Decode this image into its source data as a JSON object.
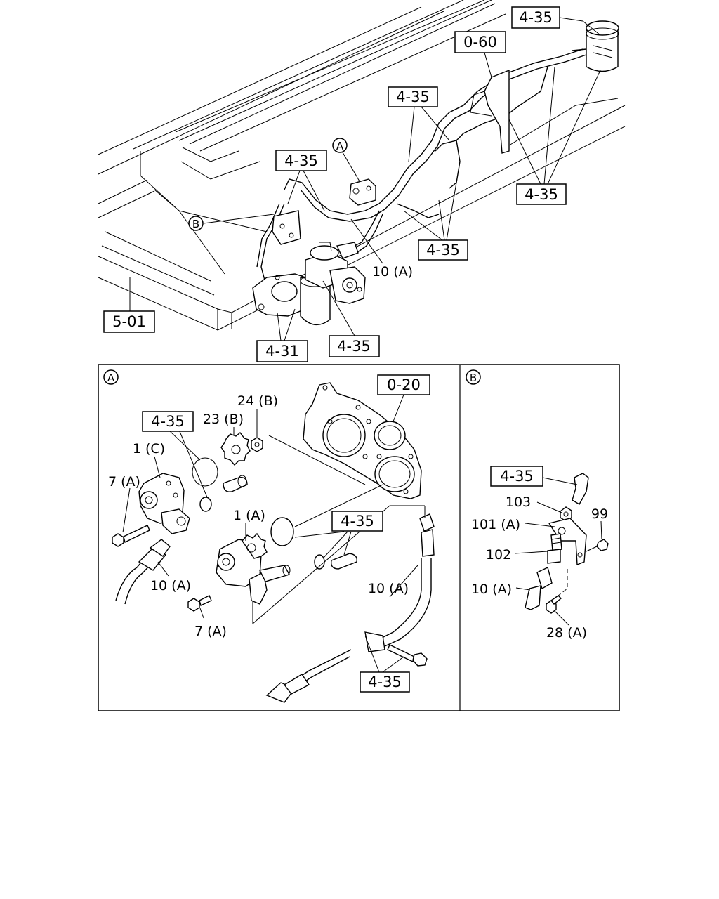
{
  "overview": {
    "refs": {
      "top_right": "4-35",
      "bracket": "0-60",
      "mid_upper": "4-35",
      "mid_left": "4-35",
      "right_lower": "4-35",
      "center_right": "4-35",
      "frame": "5-01",
      "pump_left": "4-31",
      "pump_right": "4-35"
    },
    "circle_a": "A",
    "circle_b": "B",
    "hose_label": "10 (A)"
  },
  "detail_a": {
    "circle": "A",
    "refs": {
      "housing": "0-20",
      "seal_group": "4-35",
      "pump_group": "4-35",
      "clamp_group": "4-35"
    },
    "parts": {
      "nut": "24 (B)",
      "gear": "23 (B)",
      "pump_cover": "1 (C)",
      "bolt_upper": "7 (A)",
      "hose_left": "10 (A)",
      "pump": "1 (A)",
      "bolt_lower": "7 (A)",
      "hose_right": "10 (A)"
    }
  },
  "detail_b": {
    "circle": "B",
    "refs": {
      "clip": "4-35"
    },
    "parts": {
      "nut": "103",
      "bracket": "101 (A)",
      "washer_nut": "99",
      "fitting": "102",
      "hose": "10 (A)",
      "bolt": "28 (A)"
    }
  }
}
